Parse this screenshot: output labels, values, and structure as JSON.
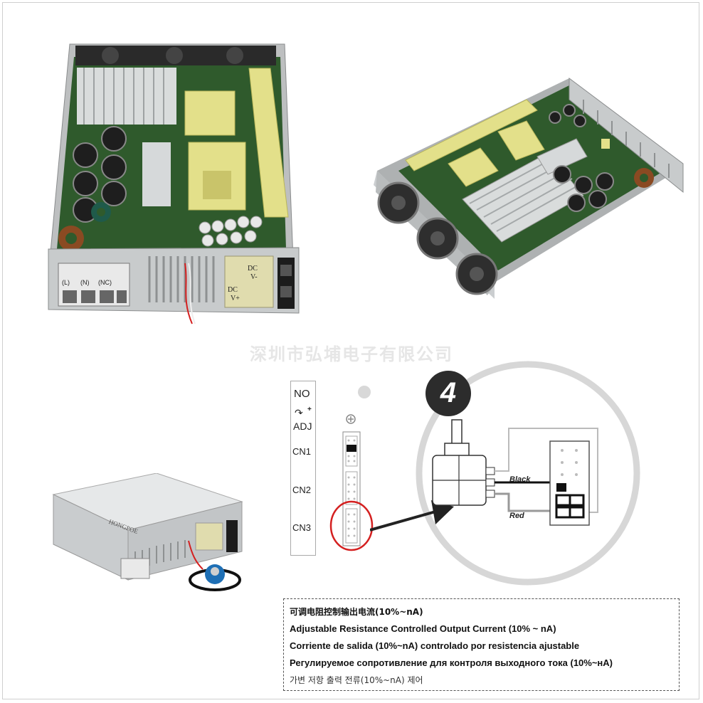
{
  "watermark": "深圳市弘埔电子有限公司",
  "photo_top_left": {
    "terminal_labels": [
      "(L)",
      "(N)",
      "(NC)"
    ],
    "dc_labels": [
      "DC",
      "V-",
      "DC",
      "V+"
    ]
  },
  "photo_bottom_left": {
    "brand": "HONGPOE"
  },
  "connector_strip": {
    "labels": [
      "NO",
      "ADJ",
      "CN1",
      "CN2",
      "CN3"
    ],
    "adj_glyph": "+"
  },
  "detail": {
    "step_number": "4",
    "black_label": "Black",
    "red_label": "Red"
  },
  "caption": {
    "chinese": "可调电阻控制输出电流(10%~nA)",
    "english": "Adjustable Resistance Controlled Output Current (10% ~ nA)",
    "spanish": "Corriente de salida (10%~nA) controlado por resistencia ajustable",
    "russian": "Регулируемое сопротивление для контроля выходного тока (10%~нА)",
    "korean": "가변 저항 출력 전류(10%~nA) 제어"
  },
  "colors": {
    "pcb_green": "#2f5a2c",
    "transformer_yellow": "#e3e08a",
    "heatsink": "#d9dcdc",
    "chassis": "#c8cbcc",
    "highlight_red": "#d42020",
    "circle_gray": "#d7d7d7"
  }
}
